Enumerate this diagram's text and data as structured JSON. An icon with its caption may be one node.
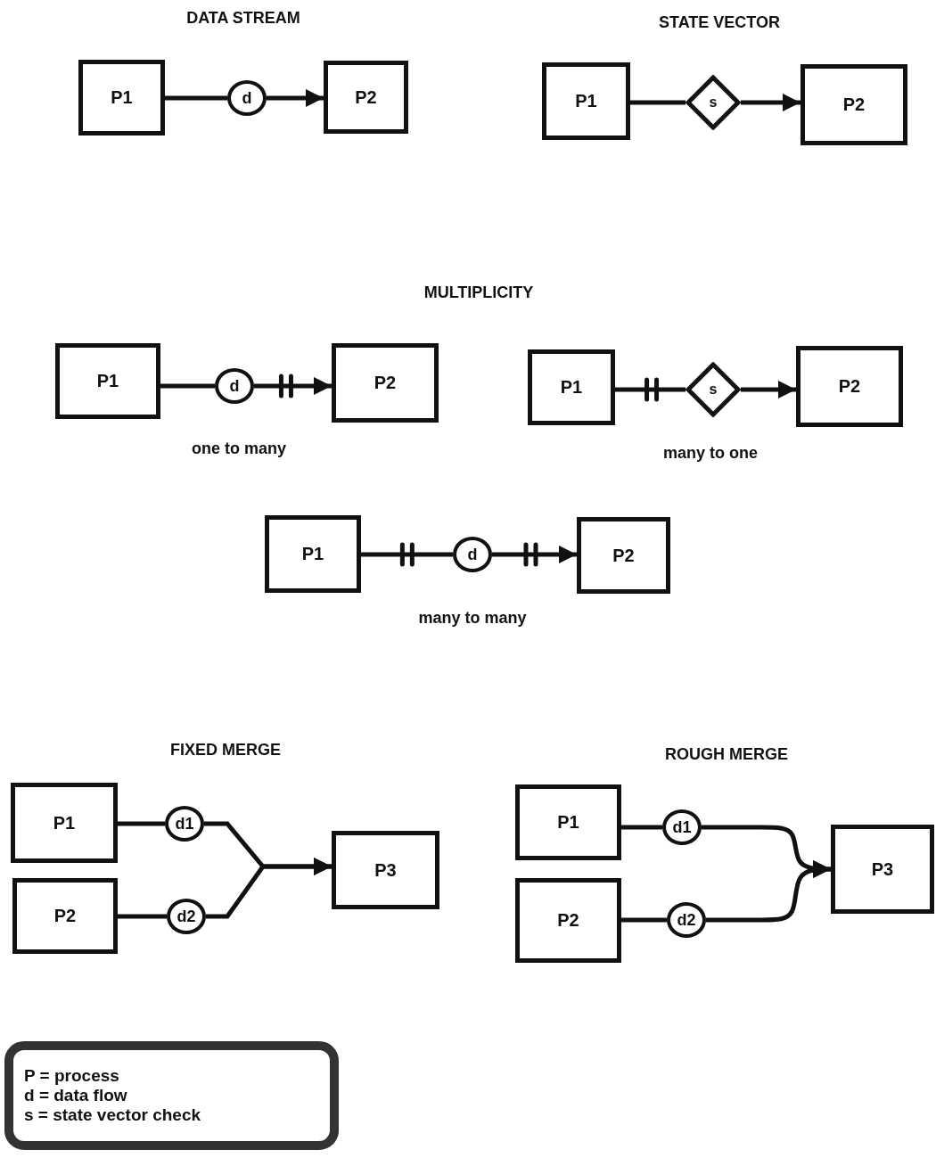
{
  "diagram": {
    "nodes": [
      {
        "text": [
          "P1"
        ]
      },
      {
        "text": [
          "d"
        ]
      },
      {
        "text": [
          "P2"
        ]
      },
      {
        "text": [
          "P1"
        ]
      },
      {
        "text": [
          "s"
        ]
      },
      {
        "text": [
          "P2"
        ]
      },
      {
        "text": [
          "P1"
        ]
      },
      {
        "text": [
          "d"
        ]
      },
      {
        "text": [
          "P2"
        ]
      },
      {
        "text": [
          "P1"
        ]
      },
      {
        "text": [
          "s"
        ]
      },
      {
        "text": [
          "P2"
        ]
      },
      {
        "text": [
          "P1"
        ]
      },
      {
        "text": [
          "d"
        ]
      },
      {
        "text": [
          "P2"
        ]
      },
      {
        "text": [
          "P1"
        ]
      },
      {
        "text": [
          "P2"
        ]
      },
      {
        "text": [
          "d1"
        ]
      },
      {
        "text": [
          "d2"
        ]
      },
      {
        "text": [
          "P3"
        ]
      },
      {
        "text": [
          "P1"
        ]
      },
      {
        "text": [
          "P2"
        ]
      },
      {
        "text": [
          "d1"
        ]
      },
      {
        "text": [
          "d2"
        ]
      },
      {
        "text": [
          "P3"
        ]
      },
      {
        "text": [
          "P = process",
          "d = data flow",
          "s = state vector check"
        ]
      }
    ],
    "edges": [
      {
        "from": 0,
        "to": 1,
        "arrow": "none"
      },
      {
        "from": 1,
        "to": 2,
        "arrow": "to"
      },
      {
        "from": 3,
        "to": 4,
        "arrow": "none"
      },
      {
        "from": 4,
        "to": 5,
        "arrow": "to"
      },
      {
        "from": 6,
        "to": 7,
        "arrow": "none"
      },
      {
        "from": 7,
        "to": 8,
        "arrow": "to"
      },
      {
        "from": 9,
        "to": 10,
        "arrow": "none"
      },
      {
        "from": 10,
        "to": 11,
        "arrow": "to"
      },
      {
        "from": 12,
        "to": 13,
        "arrow": "none"
      },
      {
        "from": 13,
        "to": 14,
        "arrow": "to"
      },
      {
        "from": 15,
        "to": 17,
        "arrow": "none"
      },
      {
        "from": 16,
        "to": 18,
        "arrow": "none"
      },
      {
        "from": 17,
        "to": 19,
        "arrow": "to"
      },
      {
        "from": 18,
        "to": 19,
        "arrow": "to"
      },
      {
        "from": 20,
        "to": 22,
        "arrow": "none"
      },
      {
        "from": 21,
        "to": 23,
        "arrow": "none"
      },
      {
        "from": 22,
        "to": 24,
        "arrow": "to"
      },
      {
        "from": 23,
        "to": 24,
        "arrow": "to"
      }
    ],
    "labels": [
      "DATA STREAM",
      "STATE VECTOR",
      "MULTIPLICITY",
      "one to many",
      "many to one",
      "many to many",
      "FIXED MERGE",
      "ROUGH MERGE"
    ]
  }
}
